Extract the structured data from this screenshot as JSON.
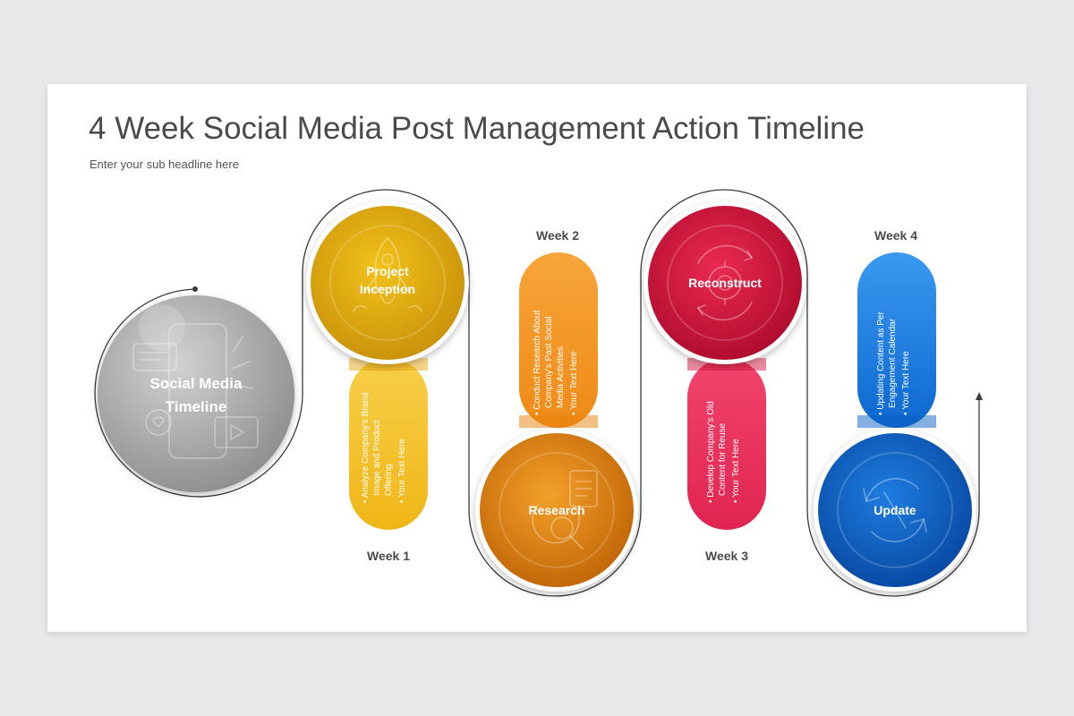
{
  "title": "4 Week Social Media Post Management Action Timeline",
  "subtitle": "Enter your sub headline here",
  "center": {
    "label_lines": [
      "Social Media",
      "Timeline"
    ],
    "icon": "social-media-phone-icon"
  },
  "steps": [
    {
      "week": "Week 1",
      "label_lines": [
        "Project",
        "Inception"
      ],
      "icon": "rocket-icon",
      "color": "#e8a70c",
      "bullets": [
        [
          "Analyze Company's Brand",
          "Image and Product",
          "Offering"
        ],
        [
          "Your Text Here"
        ]
      ]
    },
    {
      "week": "Week 2",
      "label_lines": [
        "Research"
      ],
      "icon": "research-clipboard-icon",
      "color": "#e8820a",
      "bullets": [
        [
          "Conduct Research About",
          "Company's Past Social",
          "Media Activities"
        ],
        [
          "Your Text Here"
        ]
      ]
    },
    {
      "week": "Week 3",
      "label_lines": [
        "Reconstruct"
      ],
      "icon": "gear-cycle-icon",
      "color": "#d31640",
      "bullets": [
        [
          "Develop Company's Old",
          "Content for Reuse"
        ],
        [
          "Your Text Here"
        ]
      ]
    },
    {
      "week": "Week 4",
      "label_lines": [
        "Update"
      ],
      "icon": "refresh-icon",
      "color": "#0a5fc4",
      "bullets": [
        [
          "Updating Content as Per",
          "Engagement Calendar"
        ],
        [
          "Your Text Here"
        ]
      ]
    }
  ]
}
